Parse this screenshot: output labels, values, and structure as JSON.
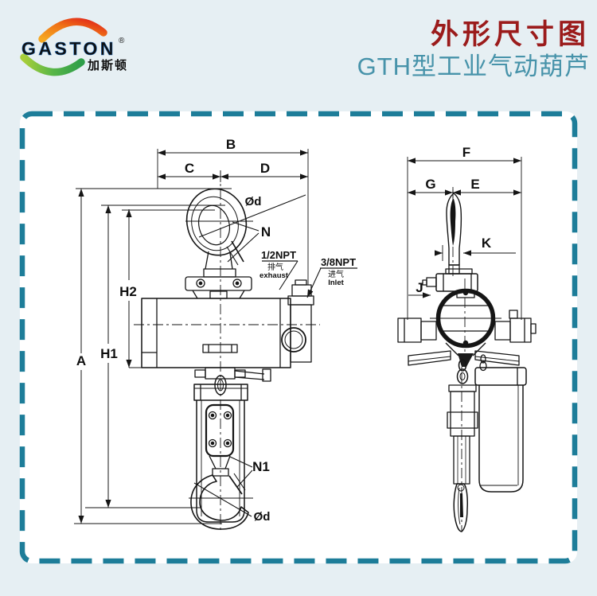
{
  "header": {
    "logo": {
      "brand": "GASTON",
      "registered": "®",
      "brand_cn": "加斯顿"
    },
    "title": "外形尺寸图",
    "subtitle": "GTH型工业气动葫芦"
  },
  "drawing": {
    "front_view": {
      "labels": {
        "b": "B",
        "c": "C",
        "d": "D",
        "a": "A",
        "h1": "H1",
        "h2": "H2",
        "top_hook_diameter": "Ød",
        "top_hook_opening": "N",
        "bottom_hook_opening": "N1",
        "bottom_hook_diameter": "Ød"
      },
      "exhaust_port": {
        "thread": "1/2NPT",
        "label_cn": "排气",
        "label_en": "exhaust"
      },
      "inlet_port": {
        "thread": "3/8NPT",
        "label_cn": "进气",
        "label_en": "Inlet"
      }
    },
    "side_view": {
      "labels": {
        "f": "F",
        "g": "G",
        "e": "E",
        "k": "K",
        "j": "J"
      }
    }
  },
  "colors": {
    "page_bg": "#e6eff3",
    "panel_bg": "#ffffff",
    "border_teal": "#1d7d99",
    "title_red": "#9b1b1b",
    "subtitle_teal": "#4793aa",
    "logo_blue": "#1961ac",
    "line": "#151515"
  }
}
